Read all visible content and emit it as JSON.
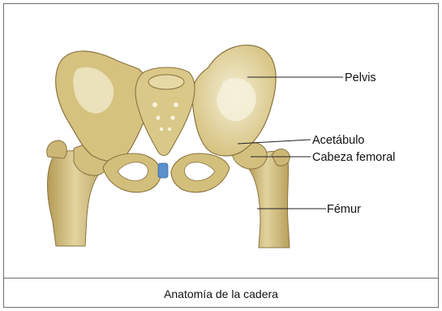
{
  "diagram": {
    "labels": {
      "pelvis": "Pelvis",
      "acetabulum": "Acetábulo",
      "femoral_head": "Cabeza femoral",
      "femur": "Fémur"
    },
    "caption": "Anatomía de la cadera",
    "colors": {
      "bone": "#d9c78a",
      "bone_shadow": "#b79f5c",
      "bone_highlight": "#f2ead0",
      "cartilage": "#5a8fce",
      "outline": "#8a7440",
      "leader_line": "#222222",
      "frame": "#6e6e6e"
    }
  }
}
